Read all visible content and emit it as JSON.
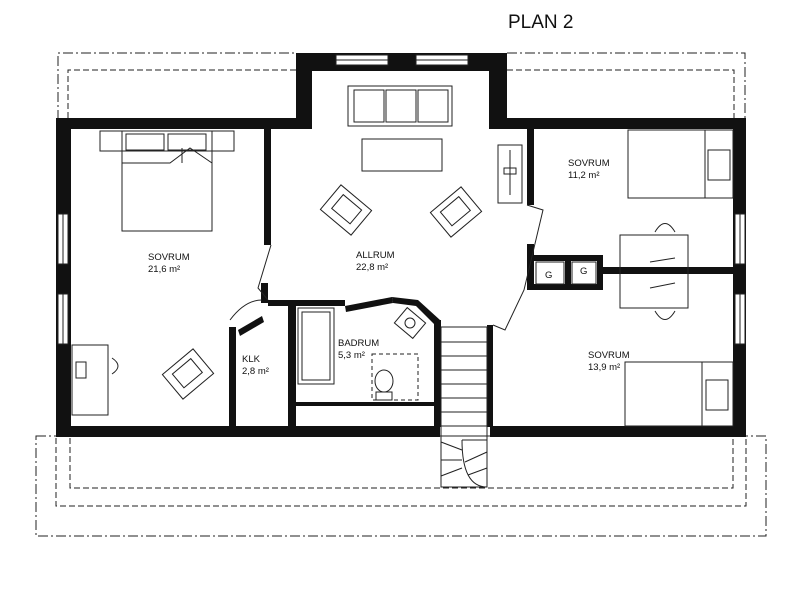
{
  "title": "PLAN 2",
  "rooms": {
    "sovrum_left": {
      "name": "SOVRUM",
      "area": "21,6 m²"
    },
    "allrum": {
      "name": "ALLRUM",
      "area": "22,8 m²"
    },
    "sovrum_top_right": {
      "name": "SOVRUM",
      "area": "11,2 m²"
    },
    "sovrum_bottom_right": {
      "name": "SOVRUM",
      "area": "13,9 m²"
    },
    "badrum": {
      "name": "BADRUM",
      "area": "5,3 m²"
    },
    "klk": {
      "name": "KLK",
      "area": "2,8 m²"
    }
  },
  "closets": {
    "g1": "G",
    "g2": "G"
  },
  "icons": [
    "armchair-icon",
    "sofa-icon",
    "bed-icon",
    "desk-icon",
    "toilet-icon",
    "sink-icon",
    "staircase-icon",
    "dining-table-icon"
  ]
}
